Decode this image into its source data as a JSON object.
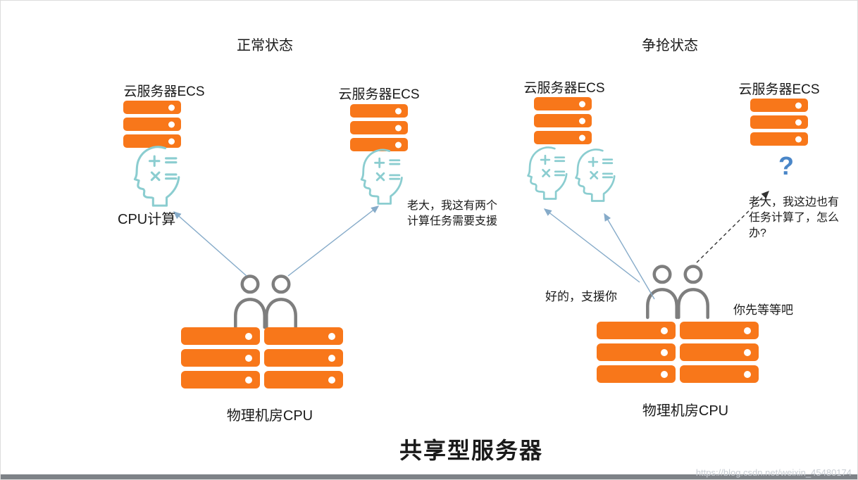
{
  "colors": {
    "server_orange": "#F8771A",
    "head_teal": "#8BCDD0",
    "person_gray": "#7E7E7E",
    "arrow_blue": "#86ABC9",
    "question_blue": "#4A86C8",
    "watermark_gray": "#C9CED4"
  },
  "icons": {
    "server_stack": "orange-rounded-bars-with-white-dot",
    "cpu_head": "teal-head-profile-with-plus-times-equals",
    "person": "gray-outline-person",
    "arrow": "thin-line-arrow"
  },
  "sections": {
    "normal": {
      "title": "正常状态",
      "ecs_left_label": "云服务器ECS",
      "ecs_right_label": "云服务器ECS",
      "cpu_label": "CPU计算",
      "speech_request": "老大，我这有两个\n计算任务需要支援",
      "datacenter_label": "物理机房CPU"
    },
    "contention": {
      "title": "争抢状态",
      "ecs_left_label": "云服务器ECS",
      "ecs_right_label": "云服务器ECS",
      "question_mark": "?",
      "speech_question": "老大，我这边也有\n任务计算了，怎么\n办?",
      "speech_support": "好的，支援你",
      "speech_wait": "你先等等吧",
      "datacenter_label": "物理机房CPU"
    }
  },
  "footer": {
    "main_title": "共享型服务器",
    "watermark": "https://blog.csdn.net/weixin_45480174"
  }
}
